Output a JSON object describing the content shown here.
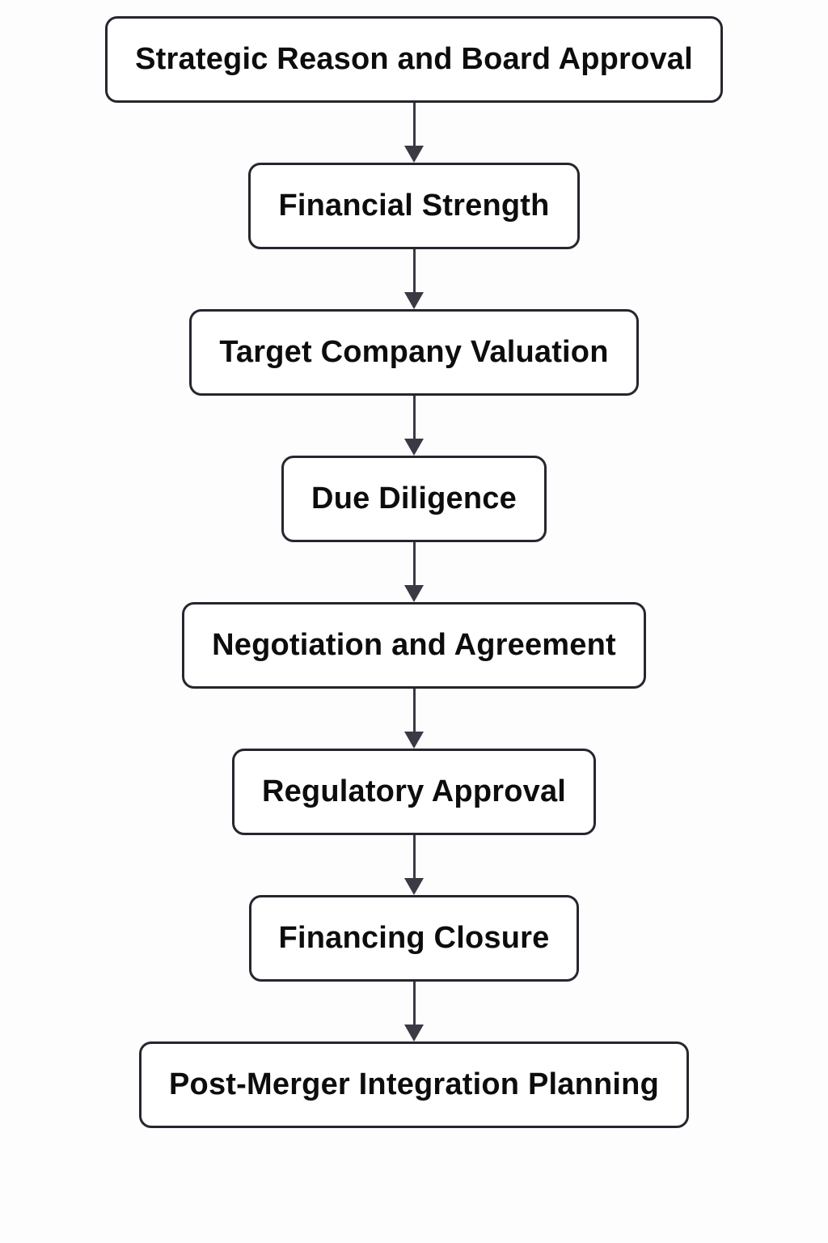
{
  "diagram": {
    "type": "flowchart",
    "direction": "top-down",
    "nodes": [
      {
        "label": "Strategic Reason and Board Approval"
      },
      {
        "label": "Financial Strength"
      },
      {
        "label": "Target Company Valuation"
      },
      {
        "label": "Due Diligence"
      },
      {
        "label": "Negotiation and Agreement"
      },
      {
        "label": "Regulatory Approval"
      },
      {
        "label": "Financing Closure"
      },
      {
        "label": "Post-Merger Integration Planning"
      }
    ],
    "edges": [
      {
        "from": 0,
        "to": 1
      },
      {
        "from": 1,
        "to": 2
      },
      {
        "from": 2,
        "to": 3
      },
      {
        "from": 3,
        "to": 4
      },
      {
        "from": 4,
        "to": 5
      },
      {
        "from": 5,
        "to": 6
      },
      {
        "from": 6,
        "to": 7
      }
    ],
    "theme": {
      "background": "#fdfdfd",
      "node_fill": "#ffffff",
      "node_border": "#26262e",
      "text_color": "#0d0d0d",
      "arrow_color": "#3a3a44"
    }
  }
}
